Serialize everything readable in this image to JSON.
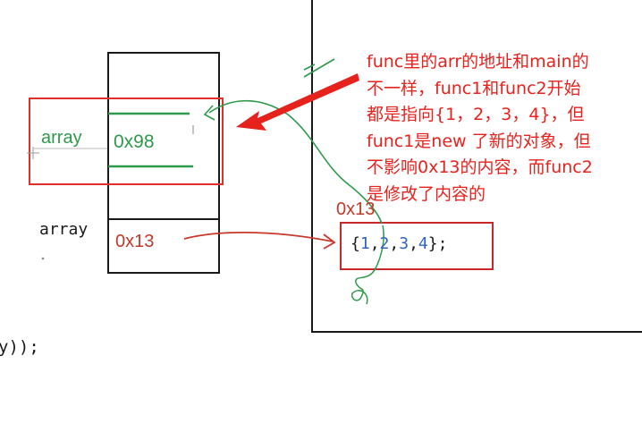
{
  "stack": {
    "func_array_label": "array",
    "func_array_value": "0x98",
    "main_array_label": "array",
    "main_array_value": "0x13"
  },
  "heap": {
    "address_label": "0x13",
    "array_open": "{",
    "array_items": [
      "1",
      "2",
      "3",
      "4"
    ],
    "array_close": "};"
  },
  "code": {
    "fragment": "y));"
  },
  "annotation": {
    "lines": [
      "func里的arr的地址和main的",
      "不一样，func1和func2开始",
      "都是指向{1，2，3，4}，但",
      "func1是new 了新的对象，但",
      "不影响0x13的内容，而func2",
      "是修改了内容的"
    ]
  },
  "colors": {
    "annotation_red": "#e6221d",
    "highlight_red": "#e0302a",
    "ink_green": "#2e9a4b",
    "ink_red": "#c0392b",
    "number_blue": "#2f63c2",
    "ink_black": "#1a1a1a"
  }
}
